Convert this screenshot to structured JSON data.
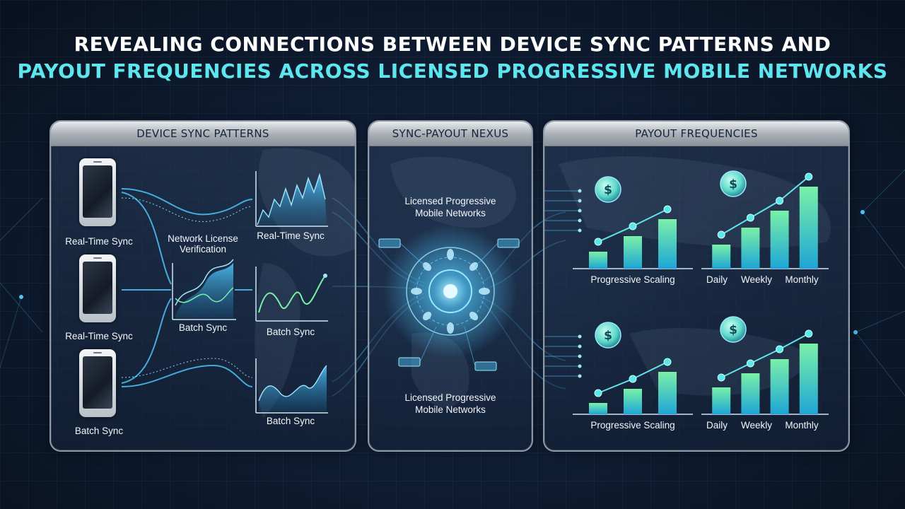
{
  "title": {
    "line1": "REVEALING CONNECTIONS BETWEEN DEVICE SYNC PATTERNS AND",
    "line2": "PAYOUT FREQUENCIES ACROSS LICENSED PROGRESSIVE MOBILE NETWORKS"
  },
  "colors": {
    "accent": "#5ee6ee",
    "glow": "#4fc3f7",
    "bar_top": "#7af0a8",
    "bar_bottom": "#1ea5d6"
  },
  "left_panel": {
    "header": "DEVICE SYNC PATTERNS",
    "devices": [
      {
        "label": "Real-Time Sync",
        "icon": "smartphone-icon"
      },
      {
        "label": "Real-Time Sync",
        "icon": "smartphone-icon"
      },
      {
        "label": "Batch Sync",
        "icon": "smartphone-icon"
      }
    ],
    "verification_label": "Network License\nVerification",
    "center_chart_label": "Batch Sync",
    "charts": [
      {
        "label": "Real-Time Sync"
      },
      {
        "label": "Batch Sync"
      },
      {
        "label": "Batch Sync"
      }
    ]
  },
  "mid_panel": {
    "header": "SYNC-PAYOUT NEXUS",
    "top_label": "Licensed Progressive\nMobile Networks",
    "bottom_label": "Licensed Progressive\nMobile Networks",
    "hub_icon": "network-hub-icon"
  },
  "right_panel": {
    "header": "PAYOUT FREQUENCIES",
    "charts": [
      {
        "label": "Progressive Scaling",
        "values": [
          1.2,
          2.3,
          3.5
        ],
        "icon": "coin-icon"
      },
      {
        "labels": [
          "Daily",
          "Weekly",
          "Monthly"
        ],
        "values": [
          1.7,
          2.9,
          4.1,
          5.8
        ],
        "icon": "coin-icon"
      },
      {
        "label": "Progressive Scaling",
        "values": [
          0.8,
          1.8,
          3.0
        ],
        "icon": "coin-icon"
      },
      {
        "labels": [
          "Daily",
          "Weekly",
          "Monthly"
        ],
        "values": [
          1.9,
          2.9,
          3.9,
          5.0
        ],
        "icon": "coin-icon"
      }
    ]
  }
}
